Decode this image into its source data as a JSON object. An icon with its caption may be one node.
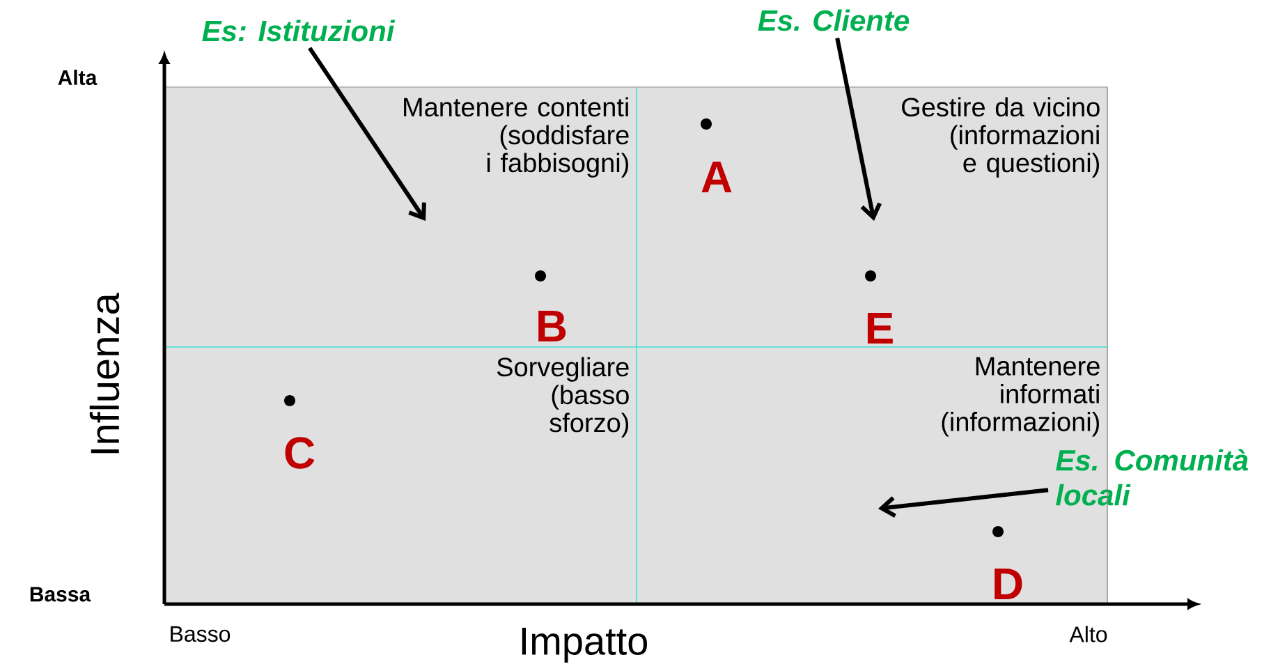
{
  "diagram": {
    "nodes": [
      {
        "text": [
          "Mantenere contenti (soddisfare i fabbisogni)"
        ]
      },
      {
        "text": [
          "Gestire da vicino (informazioni e questioni)"
        ]
      },
      {
        "text": [
          "Sorvegliare (basso sforzo)"
        ]
      },
      {
        "text": [
          "Mantenere informati (informazioni)"
        ]
      },
      {
        "text": [
          "Es: Istituzioni"
        ]
      },
      {
        "text": [
          "Es. Cliente"
        ]
      },
      {
        "text": [
          "Es. Comunità locali"
        ]
      }
    ],
    "edges": [
      {
        "from": 4,
        "to": 0,
        "arrow": "to"
      },
      {
        "from": 5,
        "to": 1,
        "arrow": "to"
      },
      {
        "from": 6,
        "to": 3,
        "arrow": "to"
      }
    ],
    "labels": [
      "Alta",
      "A",
      "B",
      "E",
      "Influenza",
      "C",
      "D",
      "Bassa",
      "Basso",
      "Impatto",
      "Alto"
    ]
  }
}
